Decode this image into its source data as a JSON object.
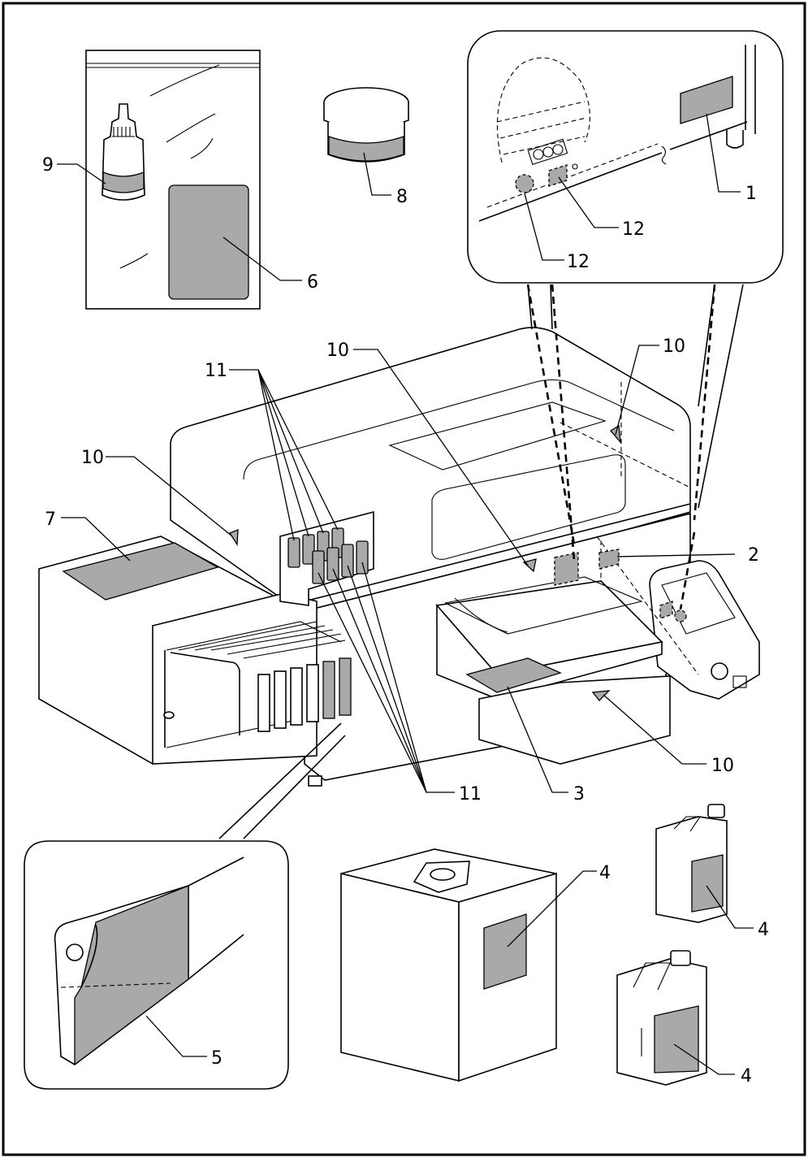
{
  "callouts": [
    {
      "id": "c1",
      "label": "1"
    },
    {
      "id": "c2",
      "label": "2"
    },
    {
      "id": "c3",
      "label": "3"
    },
    {
      "id": "c4a",
      "label": "4"
    },
    {
      "id": "c4b",
      "label": "4"
    },
    {
      "id": "c4c",
      "label": "4"
    },
    {
      "id": "c5",
      "label": "5"
    },
    {
      "id": "c6",
      "label": "6"
    },
    {
      "id": "c7",
      "label": "7"
    },
    {
      "id": "c8",
      "label": "8"
    },
    {
      "id": "c9",
      "label": "9"
    },
    {
      "id": "c10a",
      "label": "10"
    },
    {
      "id": "c10b",
      "label": "10"
    },
    {
      "id": "c10c",
      "label": "10"
    },
    {
      "id": "c10d",
      "label": "10"
    },
    {
      "id": "c11a",
      "label": "11"
    },
    {
      "id": "c11b",
      "label": "11"
    },
    {
      "id": "c12a",
      "label": "12"
    },
    {
      "id": "c12b",
      "label": "12"
    }
  ],
  "colors": {
    "line": "#000000",
    "label_patch": "#a9a9a9",
    "background": "#ffffff"
  }
}
